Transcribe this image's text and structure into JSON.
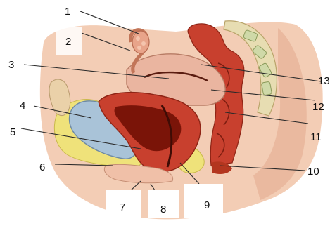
{
  "labels": [
    "1",
    "2",
    "3",
    "4",
    "5",
    "6",
    "7",
    "8",
    "9",
    "10",
    "11",
    "12",
    "13"
  ],
  "colors": {
    "skin": "#f3cdb5",
    "skin_shadow": "#e2a78c",
    "muscle": "#c8402e",
    "muscle_dark": "#9e2618",
    "rectum": "#d24a2c",
    "fat": "#efe27a",
    "bladder": "#a9c3d8",
    "uterus": "#eab5a0",
    "bone": "#e7ddb2",
    "cavity": "#7a1408"
  }
}
